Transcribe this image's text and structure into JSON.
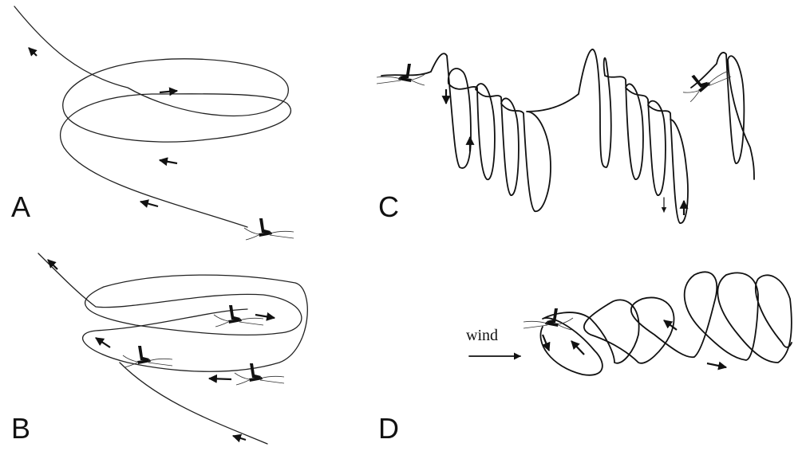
{
  "panels": {
    "a": {
      "label": "A"
    },
    "b": {
      "label": "B"
    },
    "c": {
      "label": "C"
    },
    "d": {
      "label": "D",
      "wind_label": "wind"
    }
  },
  "colors": {
    "ink": "#111111",
    "background": "#ffffff"
  }
}
